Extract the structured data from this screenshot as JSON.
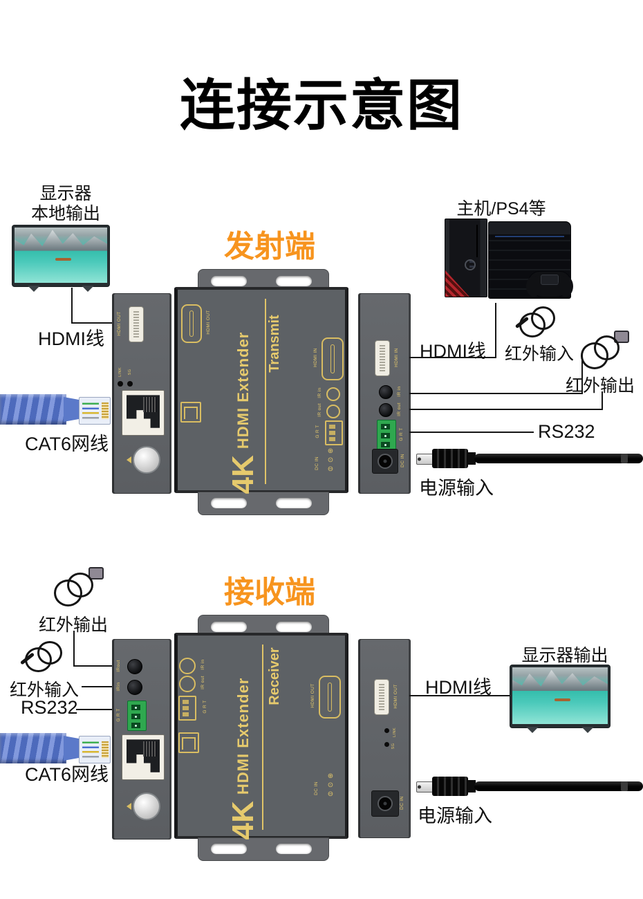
{
  "title": "连接示意图",
  "colors": {
    "accent_orange": "#F7941E",
    "port_label_yellow": "#E3C76B",
    "chassis_gray": "#5D6165",
    "terminal_green": "#2FA84F",
    "cat6_blue": "#5B79C9",
    "screen_teal": "#35BEAC",
    "line_black": "#151515"
  },
  "icons": {
    "dc_plus": "⊕",
    "dc_center": "⊙",
    "dc_minus": "⊖"
  },
  "device": {
    "size": "4K",
    "name": "HDMI Extender",
    "tx_role": "Transmit",
    "rx_role": "Receiver"
  },
  "ports": {
    "hdmi_in": "HDMI IN",
    "hdmi_out": "HDMI OUT",
    "ir_in": "IR in",
    "ir_out": "IR out",
    "ir_in_c": "IRin",
    "ir_out_c": "IRout",
    "grt": "G R T",
    "dc_in": "DC IN",
    "led_link": "LINK",
    "led_sg": "SG"
  },
  "tx": {
    "heading": "发射端",
    "monitor_line1": "显示器",
    "monitor_line2": "本地输出",
    "hdmi_cable_left": "HDMI线",
    "cat6": "CAT6网线",
    "source": "主机/PS4等",
    "hdmi_cable_right": "HDMI线",
    "ir_in": "红外输入",
    "ir_out": "红外输出",
    "rs232": "RS232",
    "power": "电源输入"
  },
  "rx": {
    "heading": "接收端",
    "ir_out": "红外输出",
    "ir_in": "红外输入",
    "rs232": "RS232",
    "cat6": "CAT6网线",
    "hdmi_cable": "HDMI线",
    "monitor": "显示器输出",
    "power": "电源输入"
  }
}
